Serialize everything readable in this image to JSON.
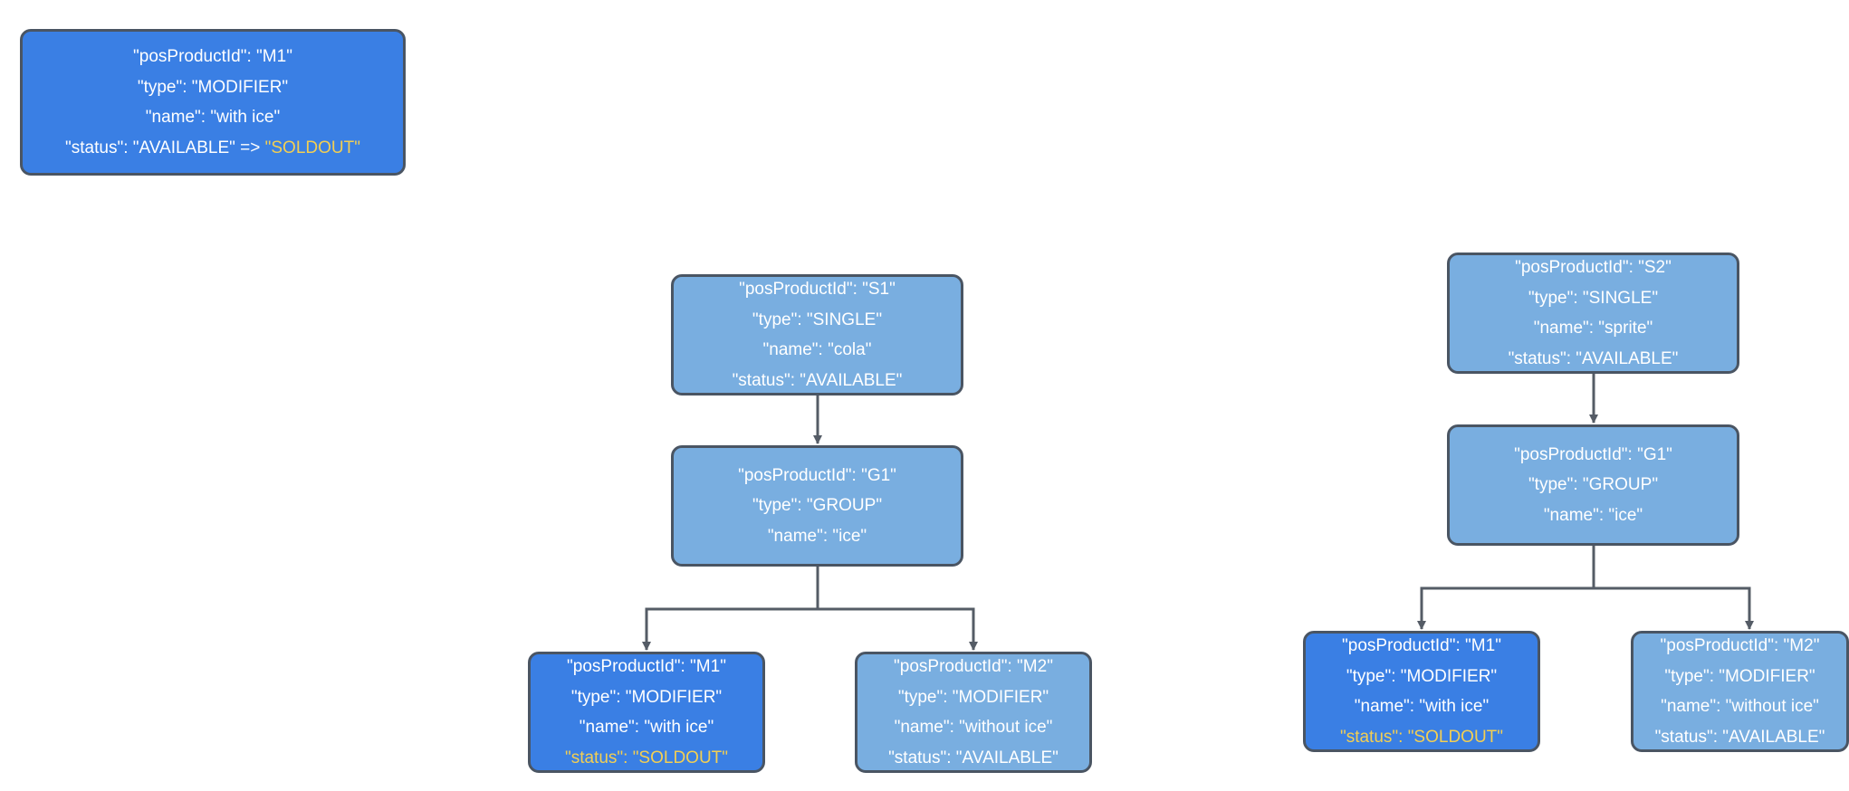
{
  "legend": {
    "line1": "\"posProductId\": \"M1\"",
    "line2": "\"type\": \"MODIFIER\"",
    "line3": "\"name\": \"with ice\"",
    "line4_prefix": "\"status\": \"AVAILABLE\" => ",
    "line4_highlight": "\"SOLDOUT\""
  },
  "tree1": {
    "root": {
      "lines": [
        "\"posProductId\": \"S1\"",
        "\"type\": \"SINGLE\"",
        "\"name\": \"cola\"",
        "\"status\": \"AVAILABLE\""
      ]
    },
    "group": {
      "lines": [
        "\"posProductId\": \"G1\"",
        "\"type\": \"GROUP\"",
        "\"name\": \"ice\""
      ]
    },
    "mod_left": {
      "lines": [
        "\"posProductId\": \"M1\"",
        "\"type\": \"MODIFIER\"",
        "\"name\": \"with ice\""
      ],
      "status_highlight": "\"status\": \"SOLDOUT\""
    },
    "mod_right": {
      "lines": [
        "\"posProductId\": \"M2\"",
        "\"type\": \"MODIFIER\"",
        "\"name\": \"without ice\"",
        "\"status\": \"AVAILABLE\""
      ]
    }
  },
  "tree2": {
    "root": {
      "lines": [
        "\"posProductId\": \"S2\"",
        "\"type\": \"SINGLE\"",
        "\"name\": \"sprite\"",
        "\"status\": \"AVAILABLE\""
      ]
    },
    "group": {
      "lines": [
        "\"posProductId\": \"G1\"",
        "\"type\": \"GROUP\"",
        "\"name\": \"ice\""
      ]
    },
    "mod_left": {
      "lines": [
        "\"posProductId\": \"M1\"",
        "\"type\": \"MODIFIER\"",
        "\"name\": \"with ice\""
      ],
      "status_highlight": "\"status\": \"SOLDOUT\""
    },
    "mod_right": {
      "lines": [
        "\"posProductId\": \"M2\"",
        "\"type\": \"MODIFIER\"",
        "\"name\": \"without ice\"",
        "\"status\": \"AVAILABLE\""
      ]
    }
  },
  "colors": {
    "node_dark": "#3a7fe4",
    "node_light": "#79aee0",
    "border": "#4a5563",
    "highlight": "#f3cf52",
    "connector": "#555c66"
  }
}
